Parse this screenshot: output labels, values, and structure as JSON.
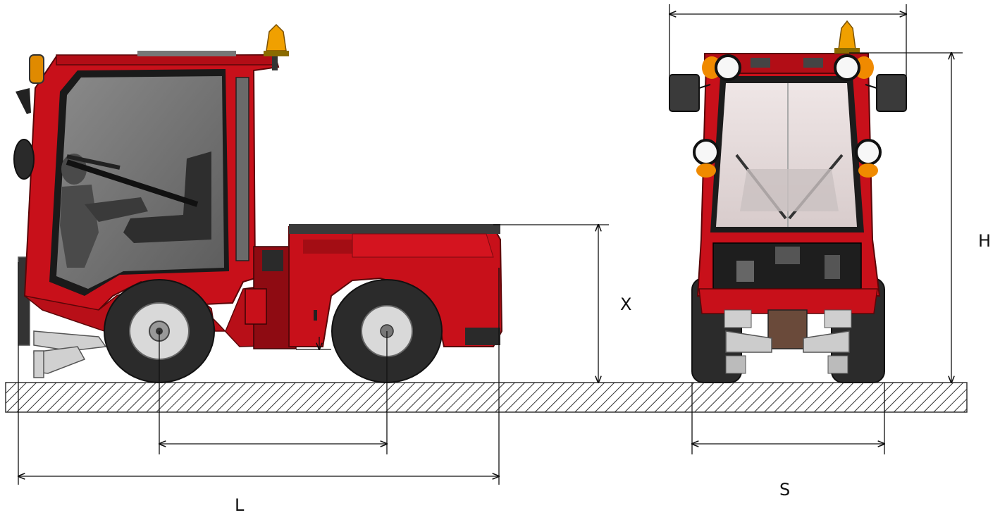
{
  "dimensions": {
    "length_label": "L",
    "height_label": "H",
    "body_height_label": "X",
    "track_width_label": "S"
  },
  "colors": {
    "body_red": "#c8101a",
    "dark_red": "#8e0b12",
    "tire": "#2b2b2b",
    "rim": "#d9d9d9",
    "glass": "#7a7a7a",
    "beacon": "#f0a000",
    "ground_hatch": "#333333",
    "dim_line": "#111111"
  }
}
